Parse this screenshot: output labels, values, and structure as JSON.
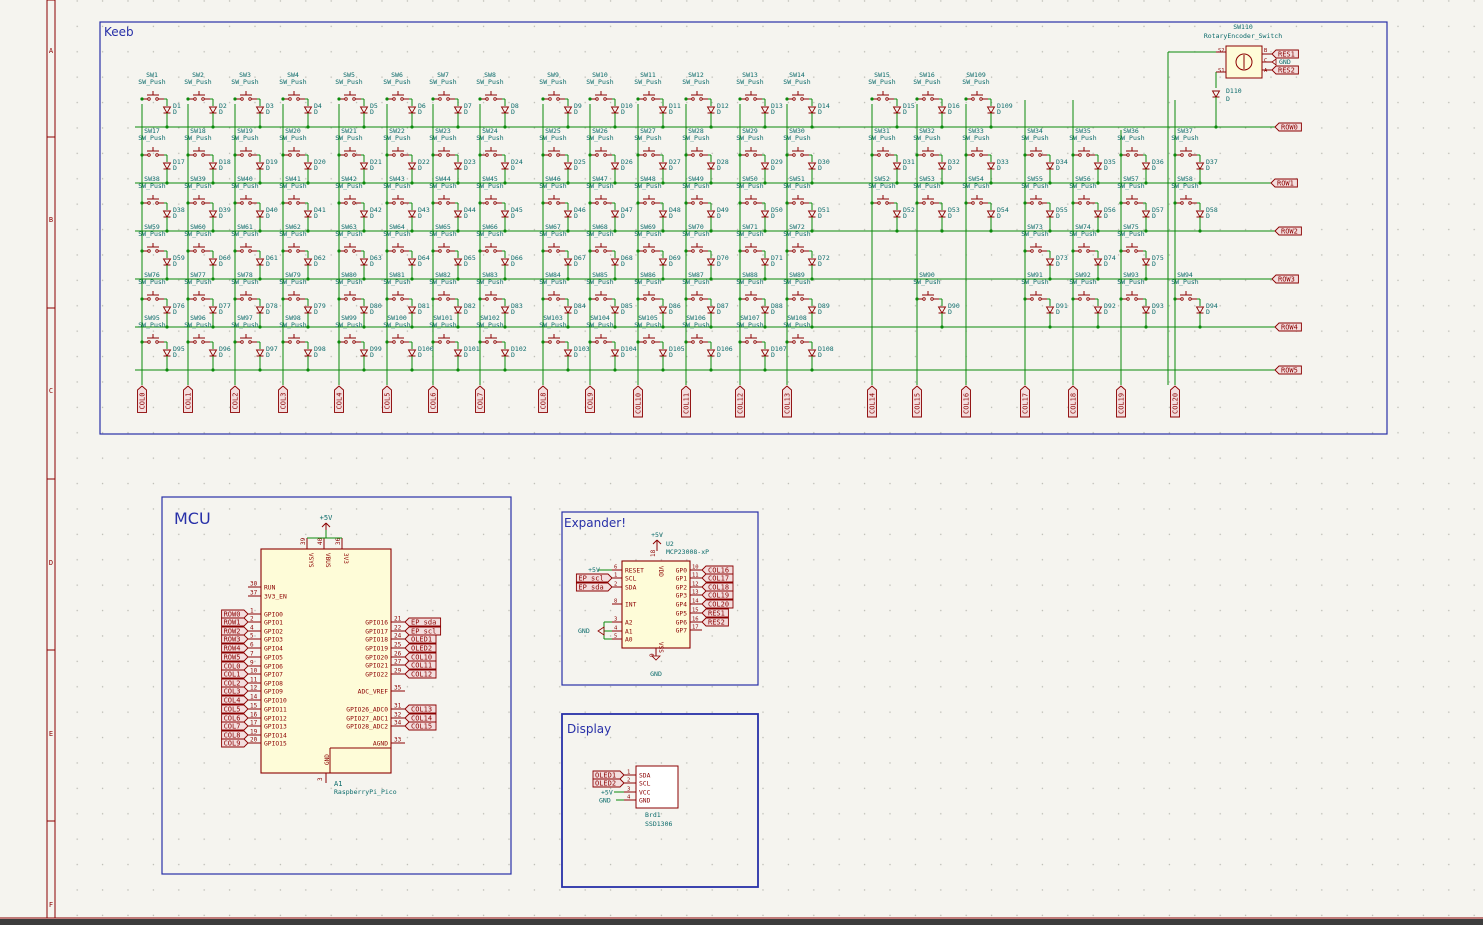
{
  "colors": {
    "background": "#f5f4ef",
    "wire": "#0b8a0b",
    "component": "#8b0000",
    "component_fill": "#fefcd8",
    "frame": "#2830a8",
    "text": "#0a6a6a",
    "label_fill": "#f3dede"
  },
  "border_letters": [
    "A",
    "B",
    "C",
    "D",
    "E",
    "F"
  ],
  "keeb": {
    "title": "Keeb",
    "switch_value": "SW_Push",
    "diode_value": "D",
    "rows": [
      {
        "label": "ROW0",
        "switches": [
          "SW1",
          "SW2",
          "SW3",
          "SW4",
          "SW5",
          "SW6",
          "SW7",
          "SW8",
          "SW9",
          "SW10",
          "SW11",
          "SW12",
          "SW13",
          "SW14",
          "SW15",
          "SW16",
          "SW109"
        ],
        "diodes": [
          "D1",
          "D2",
          "D3",
          "D4",
          "D5",
          "D6",
          "D7",
          "D8",
          "D9",
          "D10",
          "D11",
          "D12",
          "D13",
          "D14",
          "D15",
          "D16",
          "D109"
        ]
      },
      {
        "label": "ROW1",
        "switches": [
          "SW17",
          "SW18",
          "SW19",
          "SW20",
          "SW21",
          "SW22",
          "SW23",
          "SW24",
          "SW25",
          "SW26",
          "SW27",
          "SW28",
          "SW29",
          "SW30",
          "SW31",
          "SW32",
          "SW33",
          "SW34",
          "SW35",
          "SW36",
          "SW37"
        ],
        "diodes": [
          "D17",
          "D18",
          "D19",
          "D20",
          "D21",
          "D22",
          "D23",
          "D24",
          "D25",
          "D26",
          "D27",
          "D28",
          "D29",
          "D30",
          "D31",
          "D32",
          "D33",
          "D34",
          "D35",
          "D36",
          "D37"
        ]
      },
      {
        "label": "ROW2",
        "switches": [
          "SW38",
          "SW39",
          "SW40",
          "SW41",
          "SW42",
          "SW43",
          "SW44",
          "SW45",
          "SW46",
          "SW47",
          "SW48",
          "SW49",
          "SW50",
          "SW51",
          "SW52",
          "SW53",
          "SW54",
          "SW55",
          "SW56",
          "SW57",
          "SW58"
        ],
        "diodes": [
          "D38",
          "D39",
          "D40",
          "D41",
          "D42",
          "D43",
          "D44",
          "D45",
          "D46",
          "D47",
          "D48",
          "D49",
          "D50",
          "D51",
          "D52",
          "D53",
          "D54",
          "D55",
          "D56",
          "D57",
          "D58"
        ]
      },
      {
        "label": "ROW3",
        "switches": [
          "SW59",
          "SW60",
          "SW61",
          "SW62",
          "SW63",
          "SW64",
          "SW65",
          "SW66",
          "SW67",
          "SW68",
          "SW69",
          "SW70",
          "SW71",
          "SW72",
          "",
          "",
          "",
          "SW73",
          "SW74",
          "SW75",
          ""
        ],
        "diodes": [
          "D59",
          "D60",
          "D61",
          "D62",
          "D63",
          "D64",
          "D65",
          "D66",
          "D67",
          "D68",
          "D69",
          "D70",
          "D71",
          "D72",
          "",
          "",
          "",
          "D73",
          "D74",
          "D75",
          ""
        ]
      },
      {
        "label": "ROW4",
        "switches": [
          "SW76",
          "SW77",
          "SW78",
          "SW79",
          "SW80",
          "SW81",
          "SW82",
          "SW83",
          "SW84",
          "SW85",
          "SW86",
          "SW87",
          "SW88",
          "SW89",
          "",
          "SW90",
          "",
          "SW91",
          "SW92",
          "SW93",
          "SW94"
        ],
        "diodes": [
          "D76",
          "D77",
          "D78",
          "D79",
          "D80",
          "D81",
          "D82",
          "D83",
          "D84",
          "D85",
          "D86",
          "D87",
          "D88",
          "D89",
          "",
          "D90",
          "",
          "D91",
          "D92",
          "D93",
          "D94"
        ]
      },
      {
        "label": "ROW5",
        "switches": [
          "SW95",
          "SW96",
          "SW97",
          "SW98",
          "SW99",
          "SW100",
          "SW101",
          "SW102",
          "SW103",
          "SW104",
          "SW105",
          "SW106",
          "SW107",
          "SW108"
        ],
        "diodes": [
          "D95",
          "D96",
          "D97",
          "D98",
          "D99",
          "D100",
          "D101",
          "D102",
          "D103",
          "D104",
          "D105",
          "D106",
          "D107",
          "D108"
        ]
      }
    ],
    "columns": [
      "COL0",
      "COL1",
      "COL2",
      "COL3",
      "COL4",
      "COL5",
      "COL6",
      "COL7",
      "COL8",
      "COL9",
      "COL10",
      "COL11",
      "COL12",
      "COL13",
      "COL14",
      "COL15",
      "COL16",
      "COL17",
      "COL18",
      "COL19",
      "COL20"
    ],
    "encoder": {
      "ref": "SW110",
      "value": "RotaryEncoder_Switch",
      "pins": [
        "S2",
        "S1",
        "B",
        "C",
        "A"
      ],
      "nets": [
        "RES1",
        "GND",
        "RES2"
      ],
      "diode_ref": "D110",
      "diode_value": "D"
    }
  },
  "mcu": {
    "title": "MCU",
    "ref": "A1",
    "value": "RaspberryPi_Pico",
    "power_label": "+5V",
    "top_pins": [
      {
        "num": "39",
        "name": "VSYS"
      },
      {
        "num": "40",
        "name": "VBUS"
      },
      {
        "num": "36",
        "name": "3V3"
      }
    ],
    "left_pins": [
      {
        "num": "30",
        "name": "RUN",
        "net": ""
      },
      {
        "num": "37",
        "name": "3V3_EN",
        "net": ""
      },
      {
        "num": "1",
        "name": "GPIO0",
        "net": "ROW0"
      },
      {
        "num": "2",
        "name": "GPIO1",
        "net": "ROW1"
      },
      {
        "num": "4",
        "name": "GPIO2",
        "net": "ROW2"
      },
      {
        "num": "5",
        "name": "GPIO3",
        "net": "ROW3"
      },
      {
        "num": "6",
        "name": "GPIO4",
        "net": "ROW4"
      },
      {
        "num": "7",
        "name": "GPIO5",
        "net": "ROW5"
      },
      {
        "num": "9",
        "name": "GPIO6",
        "net": "COL0"
      },
      {
        "num": "10",
        "name": "GPIO7",
        "net": "COL1"
      },
      {
        "num": "11",
        "name": "GPIO8",
        "net": "COL2"
      },
      {
        "num": "12",
        "name": "GPIO9",
        "net": "COL3"
      },
      {
        "num": "14",
        "name": "GPIO10",
        "net": "COL4"
      },
      {
        "num": "15",
        "name": "GPIO11",
        "net": "COL5"
      },
      {
        "num": "16",
        "name": "GPIO12",
        "net": "COL6"
      },
      {
        "num": "17",
        "name": "GPIO13",
        "net": "COL7"
      },
      {
        "num": "19",
        "name": "GPIO14",
        "net": "COL8"
      },
      {
        "num": "20",
        "name": "GPIO15",
        "net": "COL9"
      }
    ],
    "right_pins": [
      {
        "num": "21",
        "name": "GPIO16",
        "net": "EP_sda"
      },
      {
        "num": "22",
        "name": "GPIO17",
        "net": "EP_scl"
      },
      {
        "num": "24",
        "name": "GPIO18",
        "net": "OLED1"
      },
      {
        "num": "25",
        "name": "GPIO19",
        "net": "OLED2"
      },
      {
        "num": "26",
        "name": "GPIO20",
        "net": "COL10"
      },
      {
        "num": "27",
        "name": "GPIO21",
        "net": "COL11"
      },
      {
        "num": "29",
        "name": "GPIO22",
        "net": "COL12"
      },
      {
        "num": "35",
        "name": "ADC_VREF",
        "net": ""
      },
      {
        "num": "31",
        "name": "GPIO26_ADC0",
        "net": "COL13"
      },
      {
        "num": "32",
        "name": "GPIO27_ADC1",
        "net": "COL14"
      },
      {
        "num": "34",
        "name": "GPIO28_ADC2",
        "net": "COL15"
      },
      {
        "num": "33",
        "name": "AGND",
        "net": ""
      }
    ],
    "bottom_pin": {
      "num": "3",
      "name": "GND"
    }
  },
  "expander": {
    "title": "Expander!",
    "ref": "U2",
    "value": "MCP23008-xP",
    "power_label": "+5V",
    "gnd_label": "GND",
    "vdd": {
      "num": "18",
      "name": "VDD"
    },
    "vss": {
      "num": "9",
      "name": "VSS"
    },
    "left_pins": [
      {
        "num": "6",
        "name": "RESET",
        "net": "+5V"
      },
      {
        "num": "1",
        "name": "SCL",
        "net": "EP_scl"
      },
      {
        "num": "2",
        "name": "SDA",
        "net": "EP_sda"
      },
      {
        "num": "8",
        "name": "INT",
        "net": ""
      },
      {
        "num": "3",
        "name": "A2",
        "net": "GND"
      },
      {
        "num": "4",
        "name": "A1",
        "net": ""
      },
      {
        "num": "5",
        "name": "A0",
        "net": ""
      }
    ],
    "right_pins": [
      {
        "num": "10",
        "name": "GP0",
        "net": "COL16"
      },
      {
        "num": "11",
        "name": "GP1",
        "net": "COL17"
      },
      {
        "num": "12",
        "name": "GP2",
        "net": "COL18"
      },
      {
        "num": "13",
        "name": "GP3",
        "net": "COL19"
      },
      {
        "num": "14",
        "name": "GP4",
        "net": "COL20"
      },
      {
        "num": "15",
        "name": "GP5",
        "net": "RES1"
      },
      {
        "num": "16",
        "name": "GP6",
        "net": "RES2"
      },
      {
        "num": "17",
        "name": "GP7",
        "net": ""
      }
    ]
  },
  "display": {
    "title": "Display",
    "ref": "Brd1",
    "value": "SSD1306",
    "pins": [
      {
        "num": "1",
        "name": "SDA",
        "net": "OLED1"
      },
      {
        "num": "2",
        "name": "SCL",
        "net": "OLED2"
      },
      {
        "num": "3",
        "name": "VCC",
        "net": "+5V"
      },
      {
        "num": "4",
        "name": "GND",
        "net": "GND"
      }
    ]
  }
}
